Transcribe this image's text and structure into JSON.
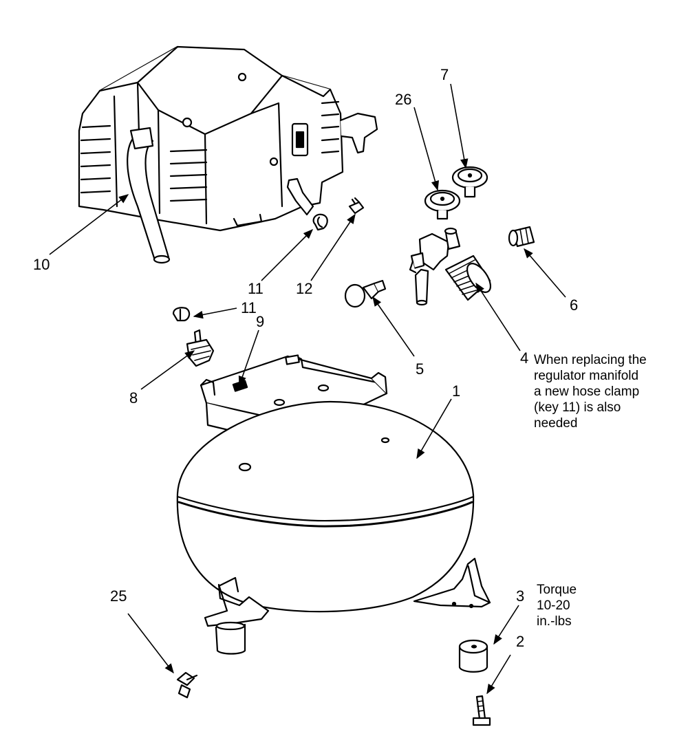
{
  "callouts": {
    "k1": "1",
    "k2": "2",
    "k3": "3",
    "k4": "4",
    "k5": "5",
    "k6": "6",
    "k7": "7",
    "k8": "8",
    "k9": "9",
    "k10": "10",
    "k11_top": "11",
    "k11_bottom": "11",
    "k12": "12",
    "k25": "25",
    "k26": "26"
  },
  "notes": {
    "regulator": [
      "When replacing the",
      "regulator manifold",
      "a new hose clamp",
      "(key 11) is also",
      "needed"
    ],
    "torque": [
      "Torque",
      "10-20",
      "in.-lbs"
    ]
  }
}
